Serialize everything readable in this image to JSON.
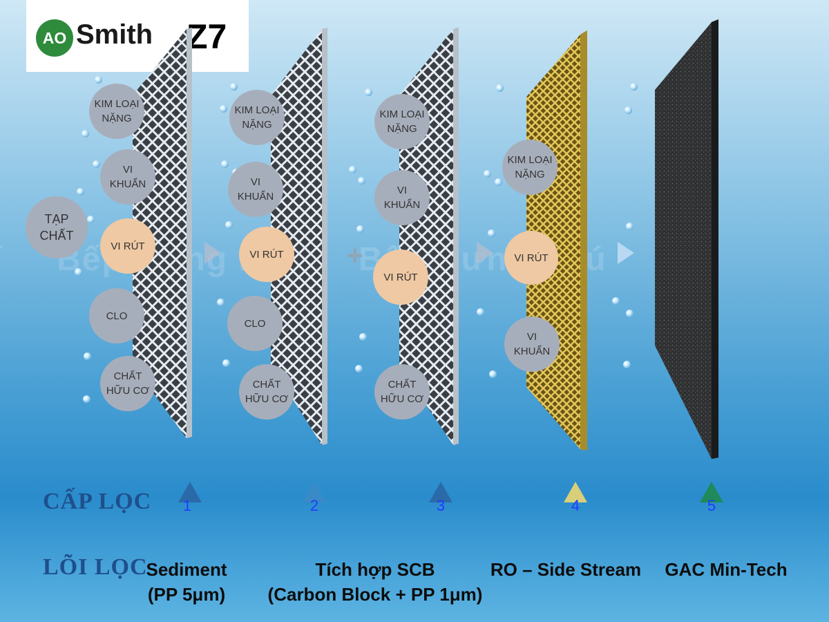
{
  "logo": {
    "brand_mark": "AO",
    "brand_word": "Smith",
    "model": "Z7"
  },
  "contaminant": "TẠP\nCHẤT",
  "layers": [
    {
      "id": 1,
      "bubbles": [
        {
          "text": "KIM LOẠI\nNẶNG",
          "type": "gray"
        },
        {
          "text": "VI\nKHUẨN",
          "type": "gray"
        },
        {
          "text": "VI RÚT",
          "type": "peach"
        },
        {
          "text": "CLO",
          "type": "gray"
        },
        {
          "text": "CHẤT\nHỮU CƠ",
          "type": "gray"
        }
      ]
    },
    {
      "id": 2,
      "bubbles": [
        {
          "text": "KIM LOẠI\nNẶNG",
          "type": "gray"
        },
        {
          "text": "VI\nKHUẨN",
          "type": "gray"
        },
        {
          "text": "VI RÚT",
          "type": "peach"
        },
        {
          "text": "CLO",
          "type": "gray"
        },
        {
          "text": "CHẤT\nHỮU CƠ",
          "type": "gray"
        }
      ]
    },
    {
      "id": 3,
      "bubbles": [
        {
          "text": "KIM LOẠI\nNẶNG",
          "type": "gray"
        },
        {
          "text": "VI\nKHUẨN",
          "type": "gray"
        },
        {
          "text": "VI RÚT",
          "type": "peach"
        },
        {
          "text": "CHẤT\nHỮU CƠ",
          "type": "gray"
        }
      ]
    },
    {
      "id": 4,
      "bubbles": [
        {
          "text": "KIM LOẠI\nNẶNG",
          "type": "gray"
        },
        {
          "text": "VI RÚT",
          "type": "peach"
        },
        {
          "text": "VI\nKHUẨN",
          "type": "gray"
        }
      ]
    },
    {
      "id": 5,
      "bubbles": []
    }
  ],
  "labels": {
    "stage_row": "CẤP LỌC",
    "core_row": "LÕI LỌC"
  },
  "stages": [
    {
      "num": "1",
      "color": "#2b6aa8"
    },
    {
      "num": "2",
      "color": "#2b7bb8"
    },
    {
      "num": "3",
      "color": "#2b6aa8"
    },
    {
      "num": "4",
      "color": "#d8cf7a"
    },
    {
      "num": "5",
      "color": "#1f8a5a"
    }
  ],
  "cores": [
    {
      "name": "Sediment\n(PP 5μm)"
    },
    {
      "name": "Tích hợp SCB\n(Carbon Block + PP 1μm)"
    },
    {
      "name": "RO – Side Stream"
    },
    {
      "name": "GAC Min-Tech"
    }
  ],
  "colors": {
    "mesh_white": "#e6ecf2",
    "mesh_gold": "#c8a832",
    "carbon": "#333333",
    "heading_blue": "#1e4f8c",
    "number_blue": "#1e3cff"
  }
}
